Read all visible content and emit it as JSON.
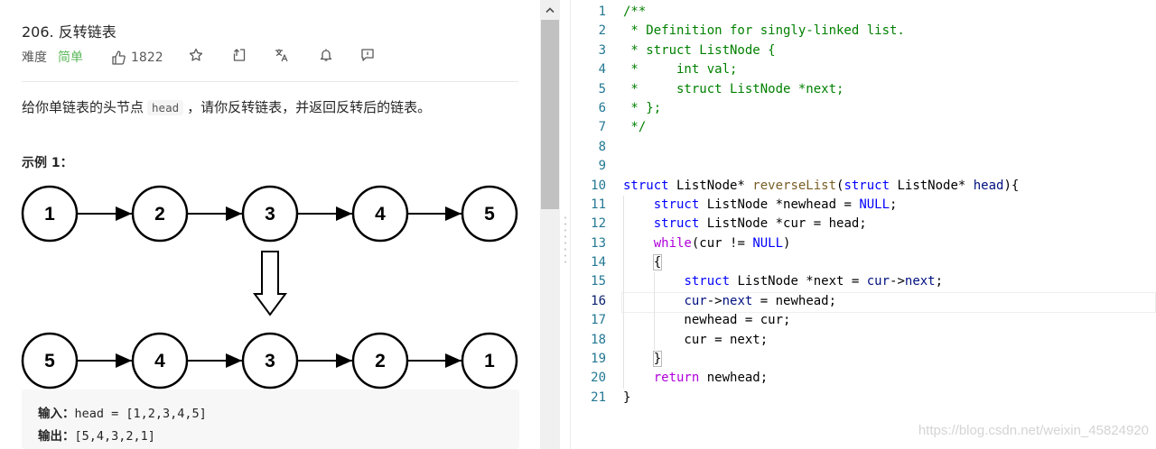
{
  "problem": {
    "title": "206. 反转链表",
    "difficulty_label": "难度",
    "difficulty_value": "简单",
    "likes": "1822",
    "description": {
      "before": "给你单链表的头节点",
      "code": "head",
      "after": "，请你反转链表，并返回反转后的链表。"
    },
    "example_title": "示例 1：",
    "example": {
      "input_label": "输入：",
      "input_value": "head = [1,2,3,4,5]",
      "output_label": "输出：",
      "output_value": "[5,4,3,2,1]"
    },
    "diagram": {
      "before": [
        "1",
        "2",
        "3",
        "4",
        "5"
      ],
      "after": [
        "5",
        "4",
        "3",
        "2",
        "1"
      ]
    },
    "icons": [
      "thumb-up-icon",
      "star-icon",
      "share-icon",
      "translate-icon",
      "bell-icon",
      "feedback-icon"
    ]
  },
  "editor": {
    "active_line": 16,
    "lines": [
      {
        "n": "1",
        "src": "/**"
      },
      {
        "n": "2",
        "src": " * Definition for singly-linked list."
      },
      {
        "n": "3",
        "src": " * struct ListNode {"
      },
      {
        "n": "4",
        "src": " *     int val;"
      },
      {
        "n": "5",
        "src": " *     struct ListNode *next;"
      },
      {
        "n": "6",
        "src": " * };"
      },
      {
        "n": "7",
        "src": " */"
      },
      {
        "n": "8",
        "src": ""
      },
      {
        "n": "9",
        "src": ""
      },
      {
        "n": "10",
        "src": "struct ListNode* reverseList(struct ListNode* head){"
      },
      {
        "n": "11",
        "src": "    struct ListNode *newhead = NULL;"
      },
      {
        "n": "12",
        "src": "    struct ListNode *cur = head;"
      },
      {
        "n": "13",
        "src": "    while(cur != NULL)"
      },
      {
        "n": "14",
        "src": "    {"
      },
      {
        "n": "15",
        "src": "        struct ListNode *next = cur->next;"
      },
      {
        "n": "16",
        "src": "        cur->next = newhead;"
      },
      {
        "n": "17",
        "src": "        newhead = cur;"
      },
      {
        "n": "18",
        "src": "        cur = next;"
      },
      {
        "n": "19",
        "src": "    }"
      },
      {
        "n": "20",
        "src": "    return newhead;"
      },
      {
        "n": "21",
        "src": "}"
      }
    ]
  },
  "watermark": "https://blog.csdn.net/weixin_45824920"
}
